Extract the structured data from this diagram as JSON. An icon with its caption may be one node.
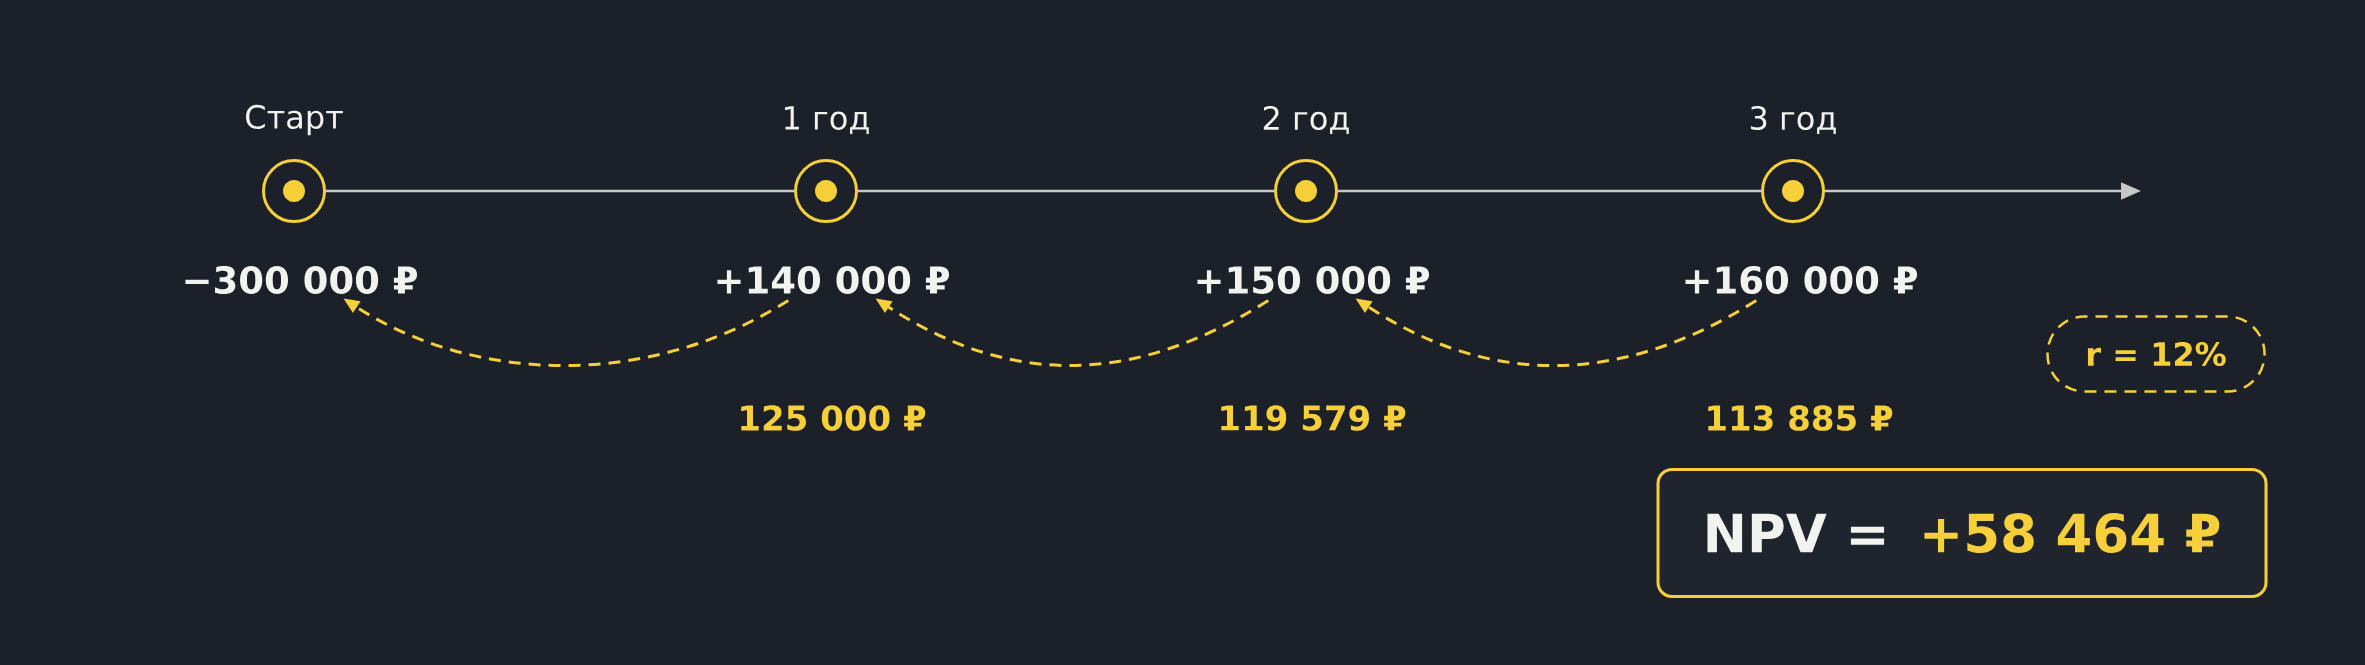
{
  "diagram": {
    "nodes": [
      {
        "text": [],
        "shape": "circle",
        "beside": [
          "Старт"
        ]
      },
      {
        "text": [],
        "shape": "circle",
        "beside": [
          "1 год"
        ]
      },
      {
        "text": [],
        "shape": "circle",
        "beside": [
          "2 год"
        ]
      },
      {
        "text": [],
        "shape": "circle",
        "beside": [
          "3 год"
        ]
      },
      {
        "text": [
          "−300 000 ₽"
        ]
      },
      {
        "text": [
          "+140 000 ₽"
        ]
      },
      {
        "text": [
          "+150 000 ₽"
        ]
      },
      {
        "text": [
          "+160 000 ₽"
        ]
      },
      {
        "text": [
          "r = 12%"
        ]
      },
      {
        "text": [
          "NPV =",
          "+58 464 ₽"
        ]
      }
    ],
    "edges": [
      {
        "from": 0,
        "to": 1,
        "arrow": "none"
      },
      {
        "from": 1,
        "to": 2,
        "arrow": "none"
      },
      {
        "from": 2,
        "to": 3,
        "arrow": "none"
      },
      {
        "from": 3,
        "to": null,
        "arrow": "to"
      },
      {
        "from": 5,
        "to": 4,
        "arrow": "to",
        "style": "dashed",
        "color": "#f6cf3a"
      },
      {
        "from": 6,
        "to": 5,
        "arrow": "to",
        "style": "dashed",
        "color": "#f6cf3a"
      },
      {
        "from": 7,
        "to": 6,
        "arrow": "to",
        "style": "dashed",
        "color": "#f6cf3a"
      }
    ],
    "labels": [
      "125 000 ₽",
      "119 579 ₽",
      "113 885 ₽"
    ]
  }
}
